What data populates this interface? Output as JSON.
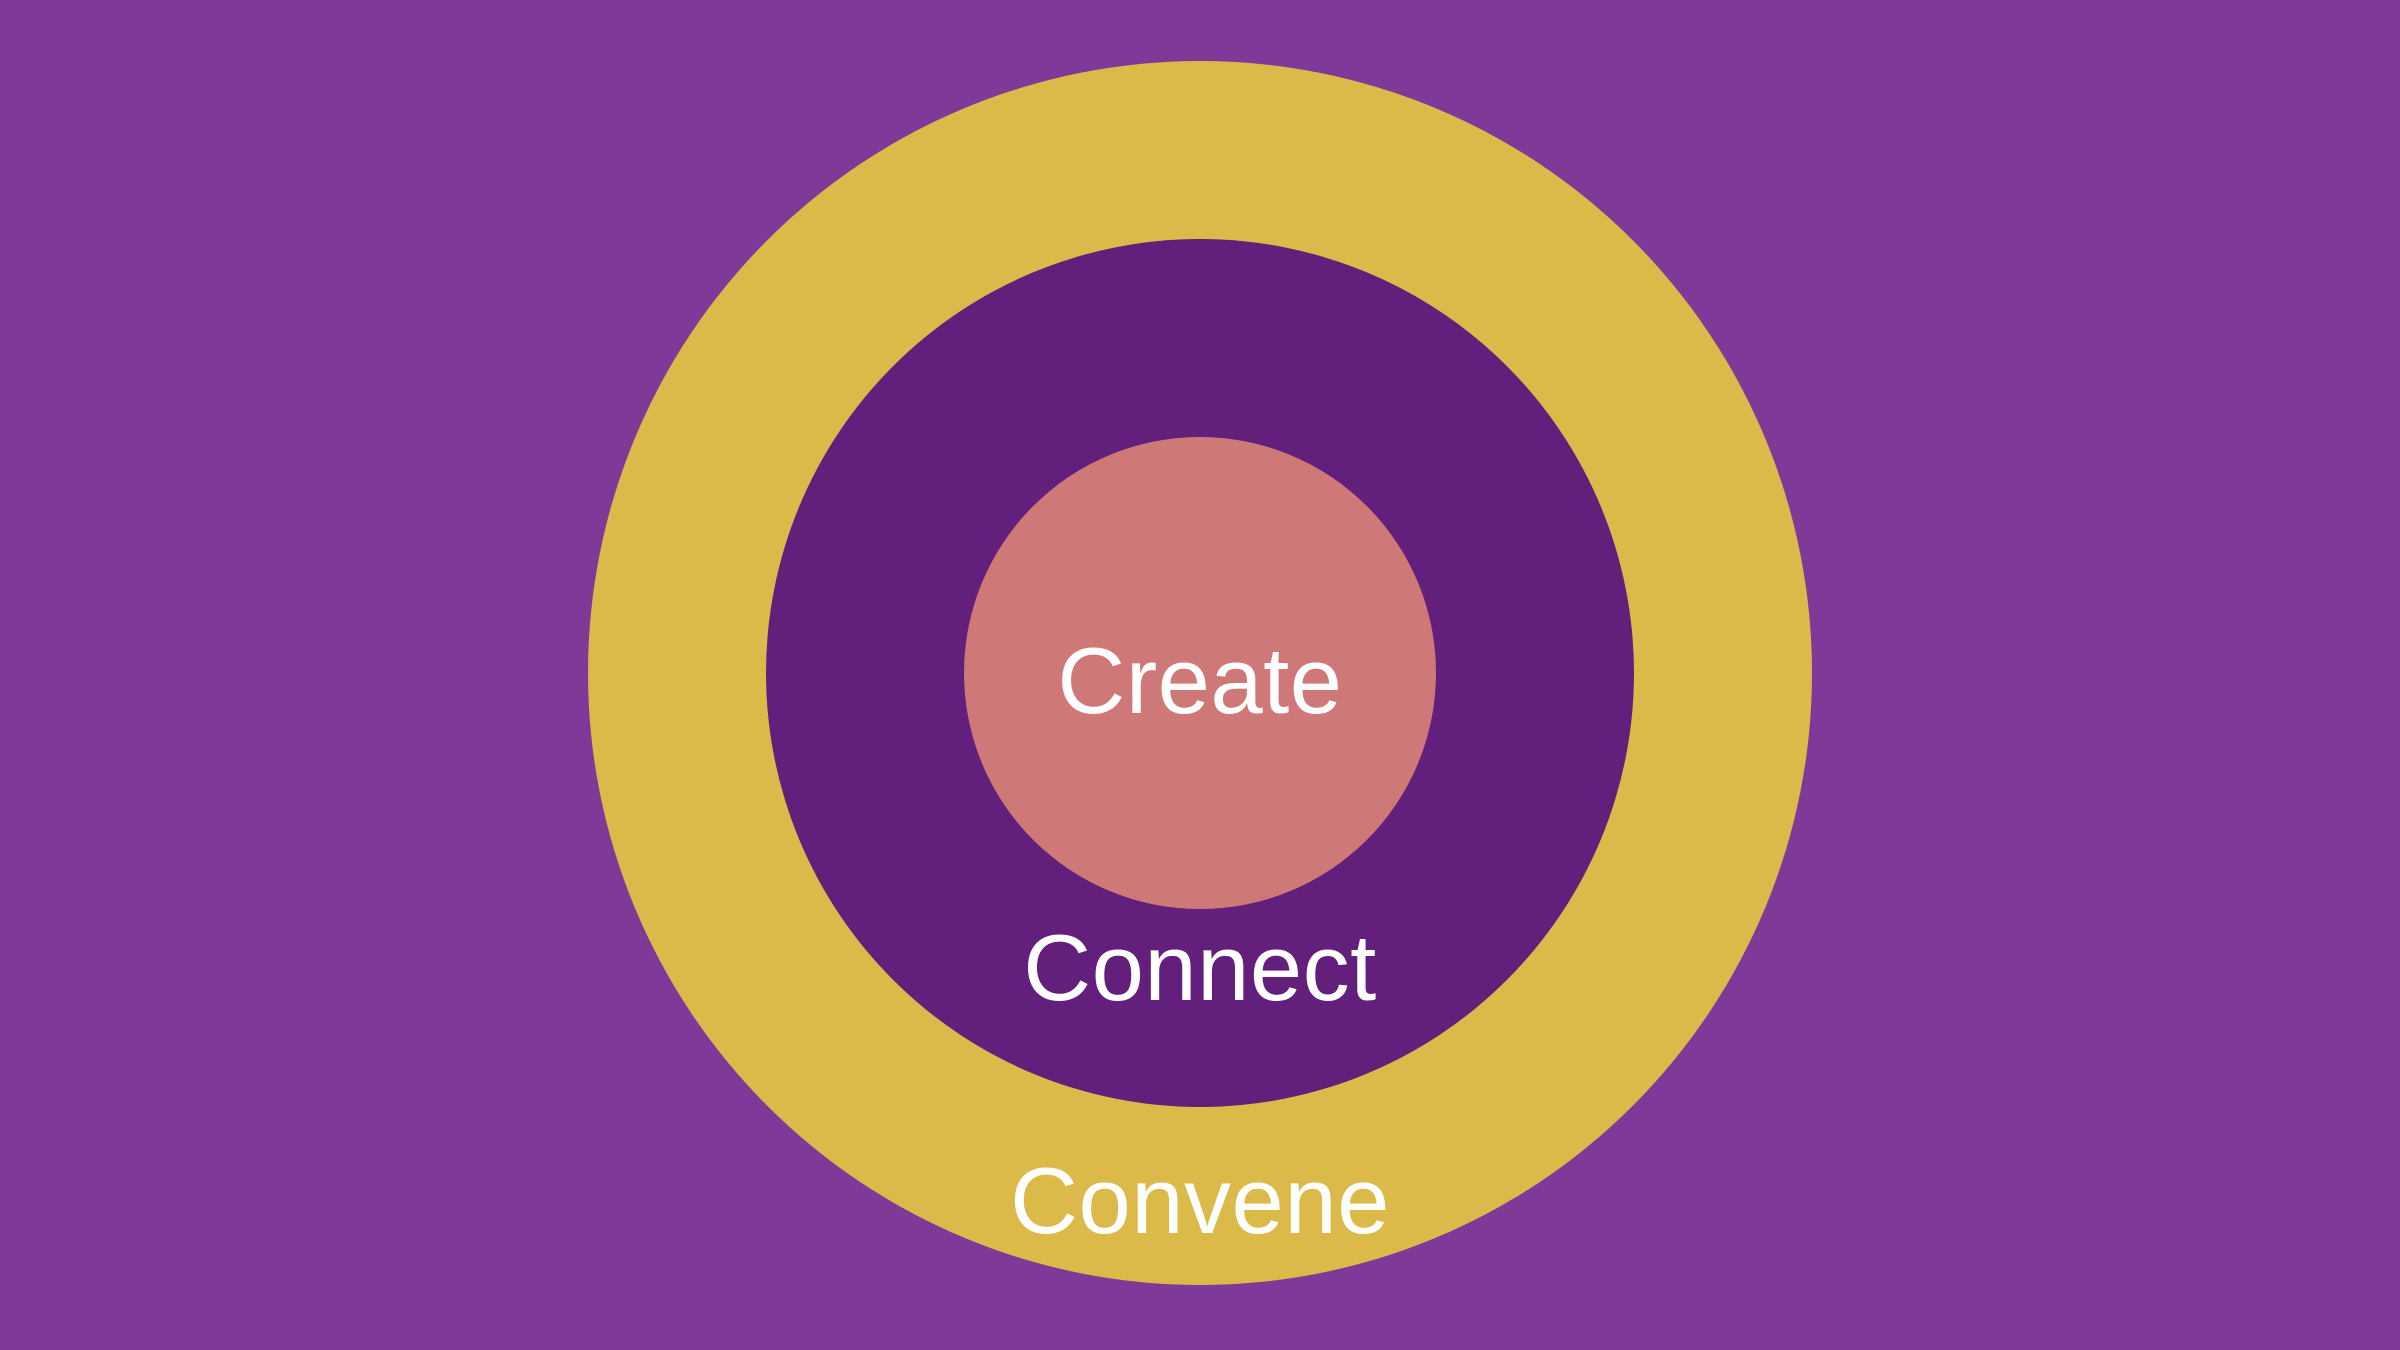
{
  "page": {
    "background_color": "#7e3999",
    "text_color": "#ffffff"
  },
  "diagram": {
    "type": "concentric-circles",
    "rings": [
      {
        "label": "Convene",
        "color": "#dcba4a"
      },
      {
        "label": "Connect",
        "color": "#621f7c"
      },
      {
        "label": "Create",
        "color": "#ce7977"
      }
    ]
  }
}
